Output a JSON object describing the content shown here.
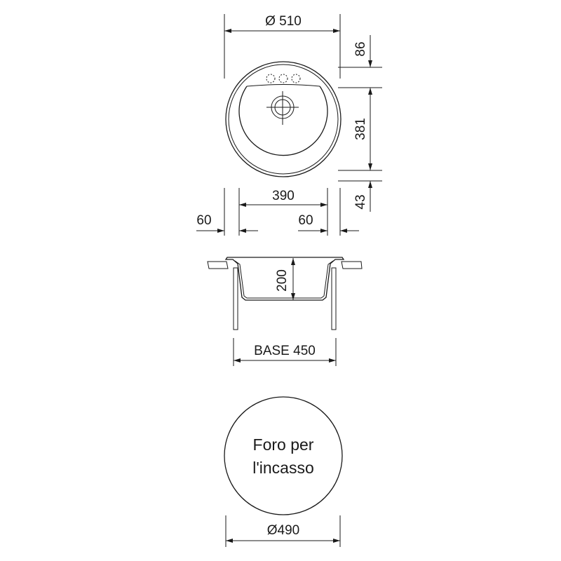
{
  "top_view": {
    "diameter_label": "Ø 510",
    "dim_86": "86",
    "dim_381": "381",
    "dim_43": "43",
    "dim_390": "390",
    "dim_60_left": "60",
    "dim_60_right": "60"
  },
  "side_view": {
    "depth_label": "200",
    "base_label": "BASE 450"
  },
  "cutout": {
    "line1": "Foro per",
    "line2": "l'incasso",
    "diameter_label": "Ø490"
  },
  "colors": {
    "ink": "#1a1a1a",
    "background": "#ffffff"
  }
}
